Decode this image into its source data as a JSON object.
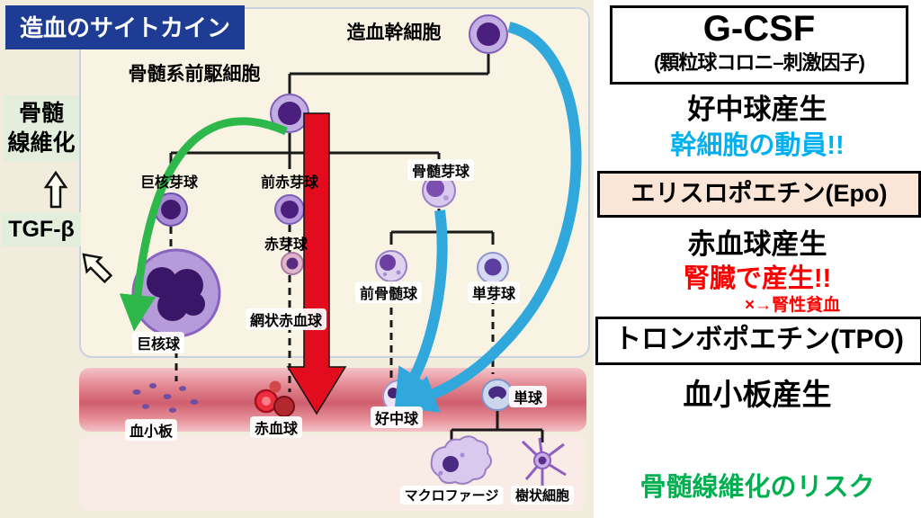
{
  "title_badge": "造血のサイトカイン",
  "diagram": {
    "labels": {
      "stem_cell": "造血幹細胞",
      "myeloid_progenitor": "骨髄系前駆細胞",
      "megakaryoblast": "巨核芽球",
      "proerythroblast": "前赤芽球",
      "myeloblast": "骨髄芽球",
      "erythroblast": "赤芽球",
      "reticulocyte": "網状赤血球",
      "promyelocyte": "前骨髄球",
      "monoblast": "単芽球",
      "megakaryocyte": "巨核球",
      "platelets": "血小板",
      "red_blood_cell": "赤血球",
      "neutrophil": "好中球",
      "monocyte": "単球",
      "macrophage": "マクロファージ",
      "dendritic_cell": "樹状細胞"
    },
    "side_notes": {
      "myelofibrosis_line1": "骨髄",
      "myelofibrosis_line2": "線維化",
      "tgf_beta": "TGF-β"
    }
  },
  "panel": {
    "gcsf": {
      "title": "G-CSF",
      "subtitle": "(顆粒球コロニ–刺激因子)",
      "effect": "好中球産生",
      "highlight": "幹細胞の動員!!"
    },
    "epo": {
      "title": "エリスロポエチン(Epo)",
      "effect": "赤血球産生",
      "highlight": "腎臓で産生!!",
      "note": "×→腎性貧血"
    },
    "tpo": {
      "title": "トロンボポエチン(TPO)",
      "effect": "血小板産生",
      "risk": "骨髄線維化のリスク"
    }
  },
  "colors": {
    "title_bg": "#1e3c94",
    "highlight_cyan": "#00b0f0",
    "highlight_red": "#ff0000",
    "risk_green": "#00b050",
    "epo_box_bg": "#fbe5d6",
    "note_green_bg": "#e3efdc",
    "red_arrow": "#e30c1e",
    "blue_arrow": "#31a8dc",
    "green_arrow": "#2eb84b"
  }
}
